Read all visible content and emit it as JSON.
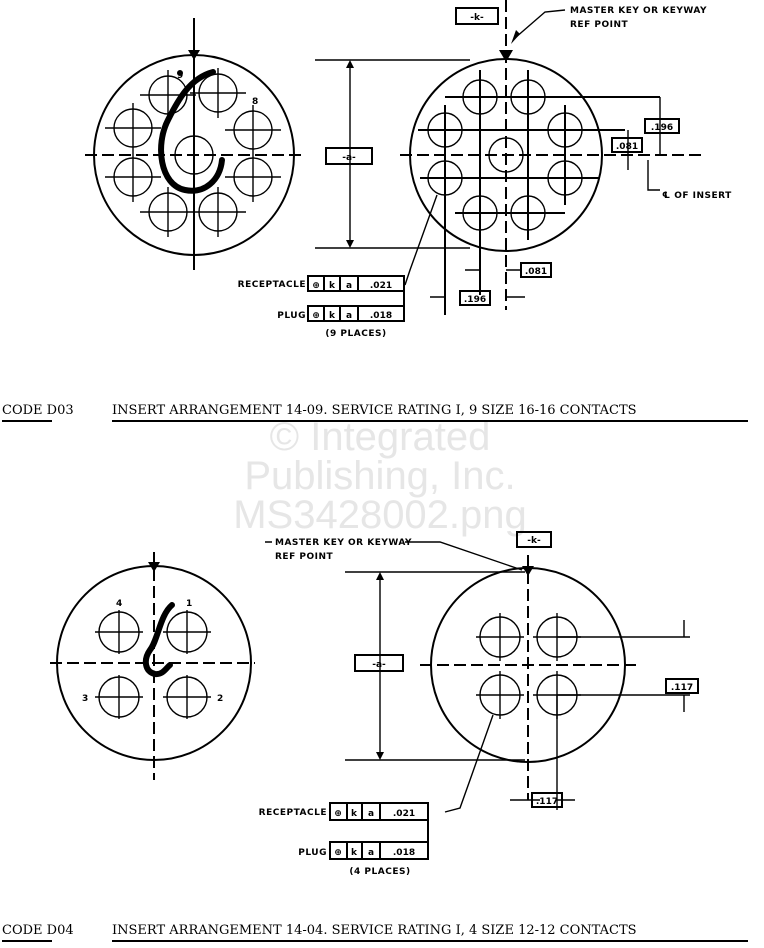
{
  "watermark": [
    "© Integrated",
    "Publishing, Inc.",
    "MS3428002.png"
  ],
  "figures": [
    {
      "code": "CODE D03",
      "caption": "INSERT ARRANGEMENT 14-09. SERVICE RATING I, 9 SIZE 16-16 CONTACTS",
      "master_key_label": [
        "MASTER KEY OR KEYWAY",
        "REF POINT"
      ],
      "datum_k": "-k-",
      "datum_a": "-a-",
      "centerline_label": "℄ OF INSERT",
      "dims": {
        "v_outer": ".196",
        "v_inner": ".081",
        "h_inner": ".081",
        "h_outer": ".196"
      },
      "contact_number": "9",
      "contact_number_2": "8",
      "receptacle": {
        "label": "RECEPTACLE",
        "symbol": "⊕",
        "ref1": "k",
        "ref2": "a",
        "tol": ".021"
      },
      "plug": {
        "label": "PLUG",
        "symbol": "⊕",
        "ref1": "k",
        "ref2": "a",
        "tol": ".018"
      },
      "places": "(9 PLACES)"
    },
    {
      "code": "CODE D04",
      "caption": "INSERT ARRANGEMENT 14-04. SERVICE RATING I, 4 SIZE 12-12 CONTACTS",
      "master_key_label": [
        "MASTER KEY OR KEYWAY",
        "REF POINT"
      ],
      "datum_k": "-k-",
      "datum_a": "-a-",
      "dims": {
        "v": ".117",
        "h": ".117"
      },
      "contact_numbers": [
        "1",
        "2",
        "3",
        "4"
      ],
      "receptacle": {
        "label": "RECEPTACLE",
        "symbol": "⊕",
        "ref1": "k",
        "ref2": "a",
        "tol": ".021"
      },
      "plug": {
        "label": "PLUG",
        "symbol": "⊕",
        "ref1": "k",
        "ref2": "a",
        "tol": ".018"
      },
      "places": "(4 PLACES)"
    }
  ]
}
